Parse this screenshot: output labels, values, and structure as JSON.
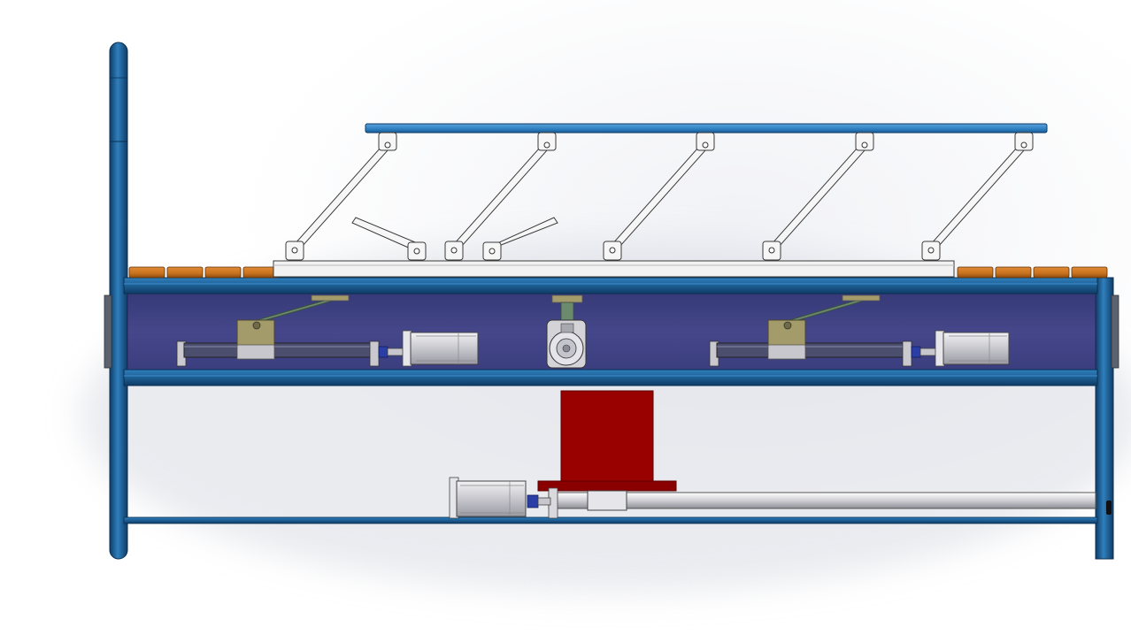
{
  "viewport": {
    "background_gradient": [
      "#cfd3df",
      "#f1f2f6",
      "#ffffff"
    ]
  },
  "colors": {
    "frame_blue": "#1d5d93",
    "frame_blue_light": "#2f7fbd",
    "frame_blue_dark": "#0f3c66",
    "cavity_purple": "#3f4280",
    "cavity_purple_light": "#5a5c9c",
    "crossbar_blue": "#2e7fc1",
    "link_white": "#f6f6f6",
    "link_outline": "#3a3a3a",
    "roller_orange": "#c8721e",
    "roller_orange_dark": "#8e4a0e",
    "carriage_olive": "#a39b6a",
    "carriage_olive_dark": "#6f6a45",
    "arm_green": "#6b8a6e",
    "rod_gray": "#d8d8d8",
    "motor_gray": "#c7c7cd",
    "coupling_blue": "#2a3ea6",
    "block_red": "#990000",
    "block_red_dark": "#6a0000",
    "base_plate": "#e9e9e9"
  },
  "model": {
    "top_crossbar": {},
    "parallel_links": [
      1,
      2,
      3,
      4,
      5
    ],
    "side_brackets": [
      1,
      2
    ],
    "roller_groups": [
      "left",
      "right"
    ],
    "linear_actuators": [
      "left",
      "right"
    ],
    "servo_motors": [
      "left",
      "right",
      "bottom"
    ],
    "center_gearbox": {},
    "lift_block": {},
    "lower_guide_rail": {}
  }
}
